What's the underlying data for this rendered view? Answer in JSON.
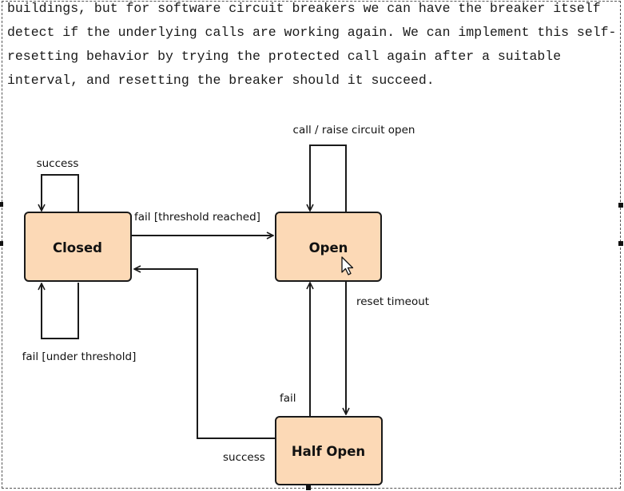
{
  "document": {
    "lines": [
      "buildings, but for software circuit breakers we can have the breaker itself",
      "detect if the underlying calls are working again. We can implement this self-",
      "resetting behavior by trying the protected call again after a suitable",
      "interval, and resetting the breaker should it succeed."
    ]
  },
  "diagram": {
    "states": {
      "closed": "Closed",
      "open": "Open",
      "half_open": "Half Open"
    },
    "transitions": {
      "closed_success": "success",
      "closed_fail_threshold": "fail [threshold reached]",
      "closed_fail_under": "fail [under threshold]",
      "open_call": "call / raise circuit open",
      "open_reset_timeout": "reset timeout",
      "half_open_fail": "fail",
      "half_open_success": "success"
    },
    "colors": {
      "state_fill": "#fcd9b6",
      "state_stroke": "#1a1a1a"
    }
  },
  "ui": {
    "cursor_icon": "arrow-pointer-icon"
  }
}
